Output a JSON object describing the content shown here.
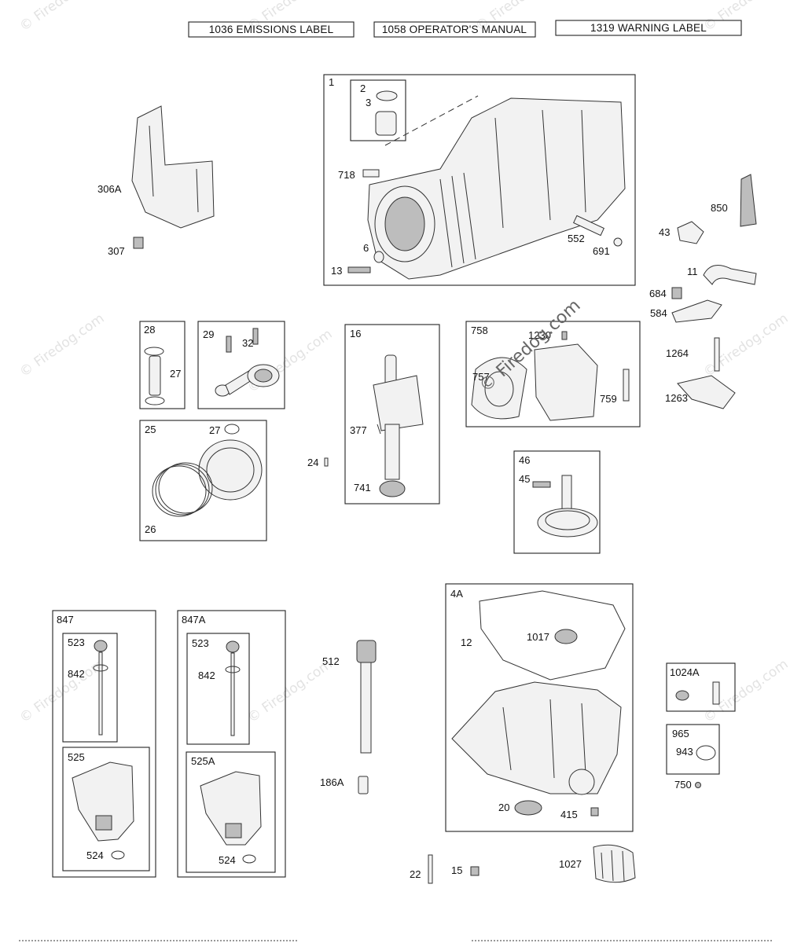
{
  "header_labels": {
    "emissions": "1036 EMISSIONS LABEL",
    "manual": "1058 OPERATOR'S MANUAL",
    "warning": "1319 WARNING LABEL"
  },
  "watermark": {
    "text": "© Firedog.com"
  },
  "callouts": {
    "p306A": "306A",
    "p307": "307",
    "p1": "1",
    "p2": "2",
    "p3": "3",
    "p718": "718",
    "p6": "6",
    "p13": "13",
    "p552": "552",
    "p691": "691",
    "p850": "850",
    "p43": "43",
    "p11": "11",
    "p684": "684",
    "p584": "584",
    "p1264": "1264",
    "p1263": "1263",
    "p28": "28",
    "p27a": "27",
    "p29": "29",
    "p32": "32",
    "p25": "25",
    "p27b": "27",
    "p26": "26",
    "p16": "16",
    "p377": "377",
    "p24": "24",
    "p741": "741",
    "p758": "758",
    "p1230": "1230",
    "p757": "757",
    "p759": "759",
    "p46": "46",
    "p45": "45",
    "p847": "847",
    "p523a": "523",
    "p842a": "842",
    "p525": "525",
    "p524a": "524",
    "p847A": "847A",
    "p523b": "523",
    "p842b": "842",
    "p525A": "525A",
    "p524b": "524",
    "p512": "512",
    "p186A": "186A",
    "p4A": "4A",
    "p12": "12",
    "p1017": "1017",
    "p20": "20",
    "p415": "415",
    "p1024A": "1024A",
    "p965": "965",
    "p943": "943",
    "p750": "750",
    "p22": "22",
    "p15": "15",
    "p1027": "1027"
  }
}
